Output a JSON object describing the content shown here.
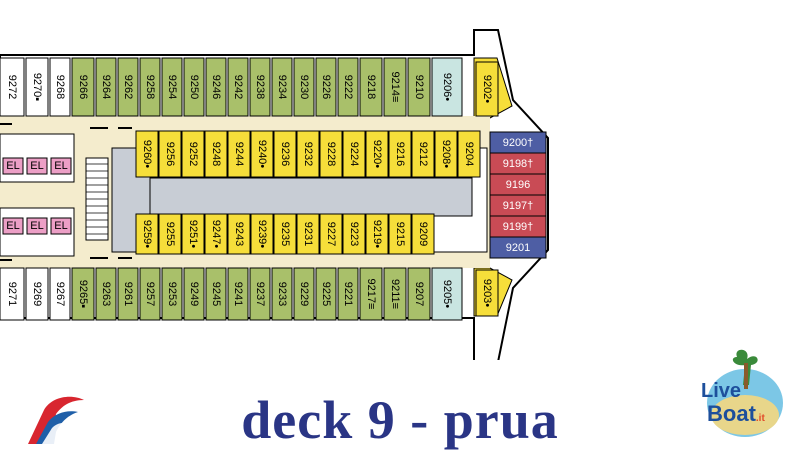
{
  "title": "deck  9  -  prua",
  "brand": {
    "watermark_line1": "Live",
    "watermark_line2": "Bo",
    "watermark_suffix": "at",
    "watermark_tld": ".it"
  },
  "colors": {
    "green": "#a9c06a",
    "yellow": "#f6de3a",
    "red": "#c94b55",
    "blue": "#4e5ea4",
    "aqua": "#c9e5e1",
    "pink": "#ec9fc6",
    "grey": "#c8cdd5",
    "deck": "#f4eccd",
    "navy": "#2a3585"
  },
  "cabins": {
    "top_outer": [
      "9272",
      "9270▪",
      "9268",
      "9266",
      "9264",
      "9262",
      "9258",
      "9254",
      "9250",
      "9246",
      "9242",
      "9238",
      "9234",
      "9230",
      "9226",
      "9222",
      "9218",
      "9214≡",
      "9210",
      "9206•"
    ],
    "top_inner": [
      "9260•",
      "9256",
      "9252",
      "9248",
      "9244",
      "9240•",
      "9236",
      "9232",
      "9228",
      "9224",
      "9220•",
      "9216",
      "9212",
      "9208•",
      "9204"
    ],
    "bottom_inner": [
      "9259•",
      "9255",
      "9251•",
      "9247•",
      "9243",
      "9239•",
      "9235",
      "9231",
      "9227",
      "9223",
      "9219•",
      "9215",
      "9209"
    ],
    "bottom_outer": [
      "9271",
      "9269",
      "9267",
      "9265▪",
      "9263",
      "9261",
      "9257",
      "9253",
      "9249",
      "9245",
      "9241",
      "9237",
      "9233",
      "9229",
      "9225",
      "9221",
      "9217≡",
      "9211≡",
      "9207",
      "9205•"
    ],
    "bow_top": "9202•",
    "bow_bottom": "9203•",
    "forward_suites": [
      "9200†",
      "9198†",
      "9196",
      "9197†",
      "9199†",
      "9201"
    ],
    "elevator_label": "EL"
  }
}
